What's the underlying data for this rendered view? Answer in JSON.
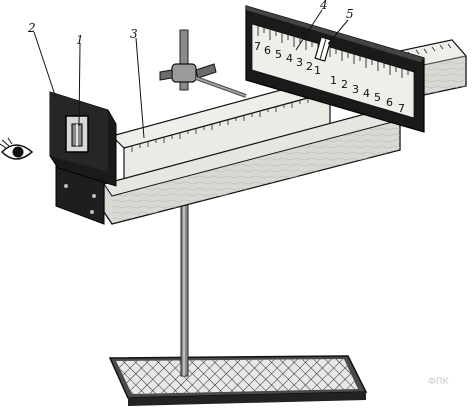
{
  "labels": {
    "l1": "1",
    "l2": "2",
    "l3": "3",
    "l4": "4",
    "l5": "5"
  },
  "scale": {
    "left_numbers": [
      "7",
      "6",
      "5",
      "4",
      "3",
      "2",
      "1"
    ],
    "right_numbers": [
      "1",
      "2",
      "3",
      "4",
      "5",
      "6",
      "7"
    ]
  },
  "watermark": "ФПК",
  "colors": {
    "wood": "#d9d9d4",
    "wood_dark": "#9a9a94",
    "black": "#1a1a1a",
    "scale": "#efefe9",
    "rod": "#777777"
  },
  "icons": {
    "eye": "eye-icon"
  }
}
